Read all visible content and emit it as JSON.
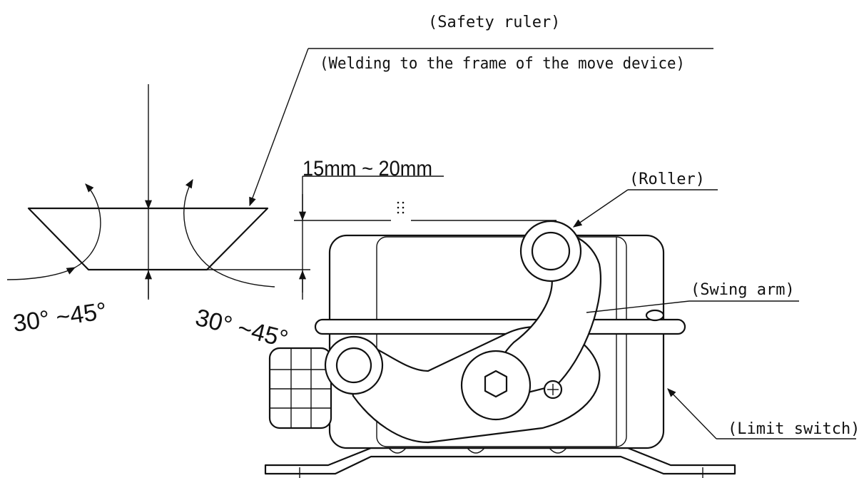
{
  "labels": {
    "safety_ruler": "(Safety ruler)",
    "welding": "(Welding to the frame of the move device)",
    "gap": "15mm ~ 20mm",
    "roller": "(Roller)",
    "swing_arm": "(Swing arm)",
    "limit_switch": "(Limit switch)",
    "angle_left": "30° ~45°",
    "angle_right": "30° ~45°"
  },
  "colors": {
    "line": "#111111",
    "background": "#ffffff"
  }
}
